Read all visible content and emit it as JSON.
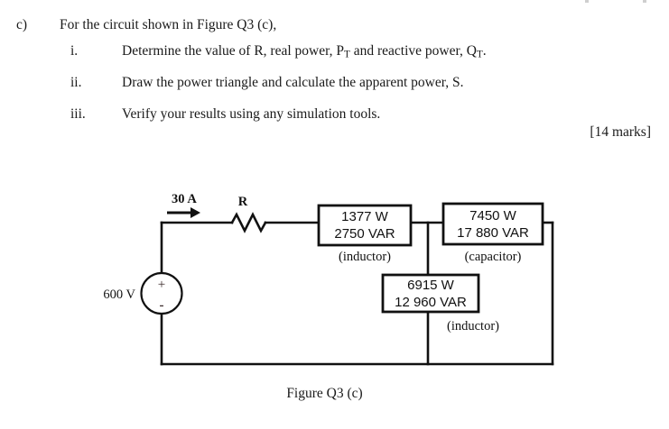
{
  "question": {
    "part_marker": "c)",
    "part_text": "For the circuit shown in Figure Q3 (c),",
    "items": [
      {
        "marker": "i.",
        "text_before": "Determine the value of R, real power, P",
        "sub1": "T",
        "text_mid": " and reactive power, Q",
        "sub2": "T",
        "text_after": "."
      },
      {
        "marker": "ii.",
        "text": "Draw the power triangle and calculate the apparent power, S."
      },
      {
        "marker": "iii.",
        "text": "Verify your results using any simulation tools."
      }
    ],
    "marks": "[14 marks]"
  },
  "figure": {
    "caption": "Figure Q3 (c)",
    "source": {
      "voltage_label": "600 V",
      "plus": "+",
      "minus": "-"
    },
    "current_label": "30 A",
    "resistor_label": "R",
    "blocks": [
      {
        "name": "block-inductor-1",
        "line1": "1377 W",
        "line2": "2750 VAR",
        "element": "(inductor)"
      },
      {
        "name": "block-capacitor",
        "line1": "7450 W",
        "line2": "17 880 VAR",
        "element": "(capacitor)"
      },
      {
        "name": "block-inductor-2",
        "line1": "6915 W",
        "line2": "12 960 VAR",
        "element": "(inductor)"
      }
    ]
  },
  "colors": {
    "ink": "#111111",
    "page": "#ffffff"
  }
}
